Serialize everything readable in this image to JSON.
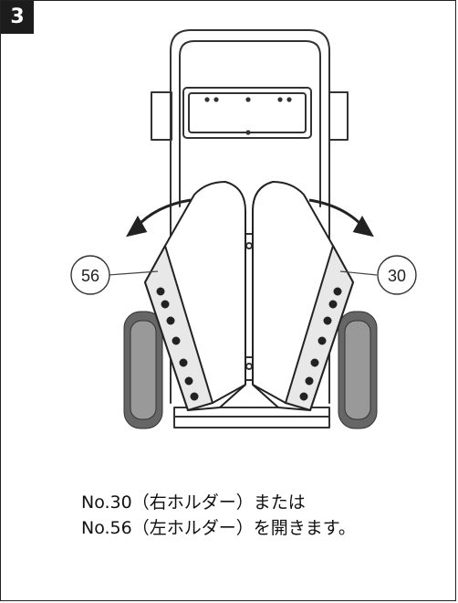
{
  "step": {
    "number": "3"
  },
  "figure": {
    "callout_left": "56",
    "callout_right": "30"
  },
  "instruction": {
    "line1": "No.30（右ホルダー）または",
    "line2": "No.56（左ホルダー）を開きます。"
  }
}
